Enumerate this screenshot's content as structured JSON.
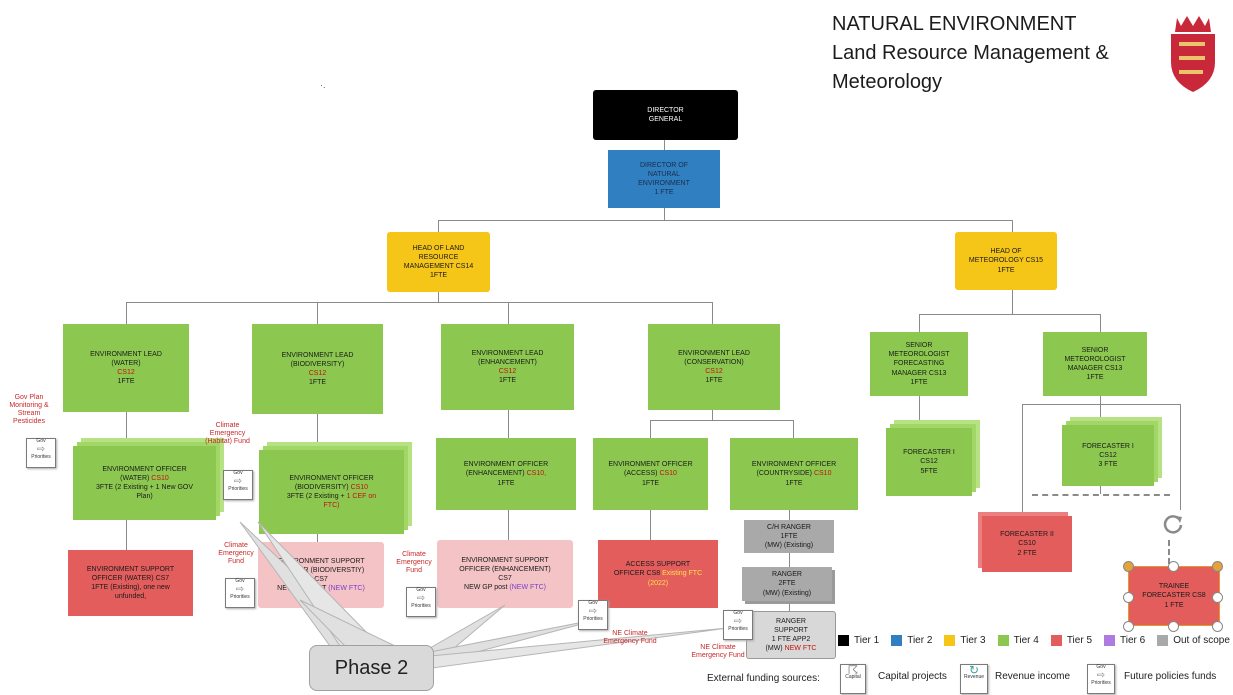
{
  "header": {
    "line1": "NATURAL ENVIRONMENT",
    "line2": "Land Resource Management &",
    "line3": "Meteorology"
  },
  "director_general": {
    "l1": "DIRECTOR",
    "l2": "GENERAL"
  },
  "director_ne": {
    "l1": "DIRECTOR OF",
    "l2": "NATURAL",
    "l3": "ENVIRONMENT",
    "l4": "1 FTE"
  },
  "head_lrm": {
    "l1": "HEAD OF LAND",
    "l2": "RESOURCE",
    "l3": "MANAGEMENT CS14",
    "l4": "1FTE"
  },
  "head_met": {
    "l1": "HEAD OF",
    "l2": "METEOROLOGY CS15",
    "l3": "1FTE"
  },
  "lead_water": {
    "l1": "ENVIRONMENT LEAD",
    "l2": "(WATER)",
    "cs": "CS12",
    "fte": "1FTE"
  },
  "lead_bio": {
    "l1": "ENVIRONMENT LEAD",
    "l2": "(BIODIVERSITY)",
    "cs": "CS12",
    "fte": "1FTE"
  },
  "lead_enh": {
    "l1": "ENVIRONMENT LEAD",
    "l2": "(ENHANCEMENT)",
    "cs": "CS12",
    "fte": "1FTE"
  },
  "lead_con": {
    "l1": "ENVIRONMENT LEAD",
    "l2": "(CONSERVATION)",
    "cs": "CS12",
    "fte": "1FTE"
  },
  "senior_fc": {
    "l1": "SENIOR",
    "l2": "METEOROLOGIST",
    "l3": "FORECASTING",
    "l4": "MANAGER CS13",
    "l5": "1FTE"
  },
  "senior_met": {
    "l1": "SENIOR",
    "l2": "METEOROLOGIST",
    "l3": "MANAGER CS13",
    "l4": "1FTE"
  },
  "officer_water": {
    "l1": "ENVIRONMENT OFFICER",
    "l2": "(WATER)",
    "cs": "CS10",
    "l3": "3FTE (2 Existing + 1 New GOV",
    "l4": "Plan)"
  },
  "officer_bio": {
    "l1": "ENVIRONMENT OFFICER",
    "l2": "(BIODIVERSITY)",
    "cs": "CS10",
    "l3": "3FTE (2 Existing + ",
    "new": "1 CEF on",
    "l4": "FTC)"
  },
  "officer_enh": {
    "l1": "ENVIRONMENT OFFICER",
    "l2": "(ENHANCEMENT)",
    "cs": "CS10,",
    "l3": "1FTE"
  },
  "officer_access": {
    "l1": "ENVIRONMENT OFFICER",
    "l2": "(ACCESS)",
    "cs": "CS10",
    "l3": "1FTE"
  },
  "officer_country": {
    "l1": "ENVIRONMENT OFFICER",
    "l2": "(COUNTRYSIDE)",
    "cs": "CS10",
    "l3": "1FTE"
  },
  "forecaster_i_a": {
    "l1": "FORECASTER I",
    "l2": "CS12",
    "l3": "5FTE"
  },
  "forecaster_i_b": {
    "l1": "FORECASTER I",
    "l2": "CS12",
    "l3": "3 FTE"
  },
  "forecaster_ii": {
    "l1": "FORECASTER II",
    "l2": "CS10",
    "l3": "2 FTE"
  },
  "trainee": {
    "l1": "TRAINEE",
    "l2": "FORECASTER CS8",
    "l3": "1 FTE"
  },
  "support_water": {
    "l1": "ENVIRONMENT SUPPORT",
    "l2": "OFFICER (WATER) CS7",
    "l3": "1FTE (Existing), one new",
    "l4": "unfunded,"
  },
  "support_bio": {
    "l1": "ENVIRONMENT SUPPORT",
    "l2": "OFFICER (BIODIVERSTIY)",
    "l3": "CS7",
    "l4": "NEW GP POST ",
    "ftc": "(NEW FTC)"
  },
  "support_enh": {
    "l1": "ENVIRONMENT SUPPORT",
    "l2": "OFFICER (ENHANCEMENT)",
    "l3": "CS7",
    "l4": "NEW GP post ",
    "ftc": "(NEW FTC)"
  },
  "access_support": {
    "l1": "ACCESS SUPPORT",
    "l2": "OFFICER CS8 ",
    "yel": "Existing FTC",
    "l3": "(2022)"
  },
  "ch_ranger": {
    "l1": "C/H RANGER",
    "l2": "1FTE",
    "l3": "(MW) (Existing)"
  },
  "ranger": {
    "l1": "RANGER",
    "l2": "2FTE",
    "l3": "(MW) (Existing)"
  },
  "ranger_support": {
    "l1": "RANGER",
    "l2": "SUPPORT",
    "l3": "1 FTE APP2",
    "l4": "(MW) ",
    "new": "NEW FTC"
  },
  "notes": {
    "gov_plan": "Gov Plan Monitoring & Stream Pesticides",
    "climate_habitat": "Climate Emergency (Habitat) Fund",
    "climate_1": "Climate Emergency Fund",
    "climate_2": "Climate Emergency Fund",
    "ne_climate_1": "NE Climate Emergency Fund",
    "ne_climate_2": "NE Climate Emergency Fund"
  },
  "gov_icon": {
    "l1": "Gov",
    "l2": "Priorities"
  },
  "phase2": "Phase 2",
  "legend": {
    "tiers": [
      {
        "label": "Tier 1",
        "color": "#000000"
      },
      {
        "label": "Tier 2",
        "color": "#2f7fc1"
      },
      {
        "label": "Tier 3",
        "color": "#f5c518"
      },
      {
        "label": "Tier 4",
        "color": "#8cc850"
      },
      {
        "label": "Tier 5",
        "color": "#e35d5d"
      },
      {
        "label": "Tier 6",
        "color": "#b07be0"
      },
      {
        "label": "Out of scope",
        "color": "#a9a9a9"
      }
    ],
    "funding_label": "External funding sources:",
    "capital": "Capital projects",
    "capital_icon": "Capital",
    "revenue": "Revenue income",
    "revenue_icon": "Revenue",
    "future": "Future policies funds"
  }
}
